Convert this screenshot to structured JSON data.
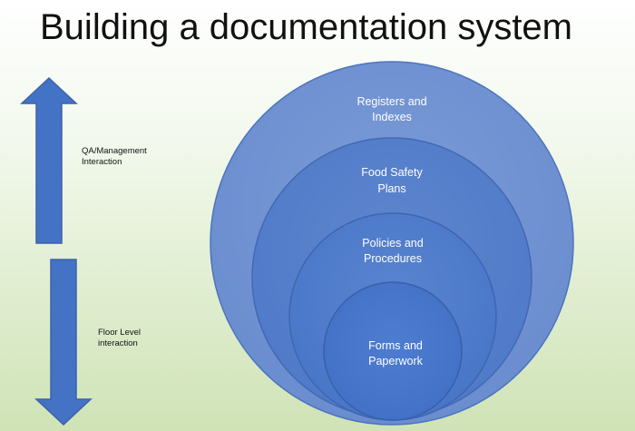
{
  "title": "Building a documentation system",
  "arrows": {
    "up": {
      "label_line1": "QA/Management",
      "label_line2": "Interaction"
    },
    "down": {
      "label_line1": "Floor Level",
      "label_line2": "interaction"
    }
  },
  "rings": [
    {
      "line1": "Registers and",
      "line2": "Indexes"
    },
    {
      "line1": "Food Safety",
      "line2": "Plans"
    },
    {
      "line1": "Policies and",
      "line2": "Procedures"
    },
    {
      "line1": "Forms and",
      "line2": "Paperwork"
    }
  ],
  "colors": {
    "ring_fill": "#5b83c9",
    "ring_stroke": "#4a73bd",
    "arrow_fill": "#4472c4"
  }
}
